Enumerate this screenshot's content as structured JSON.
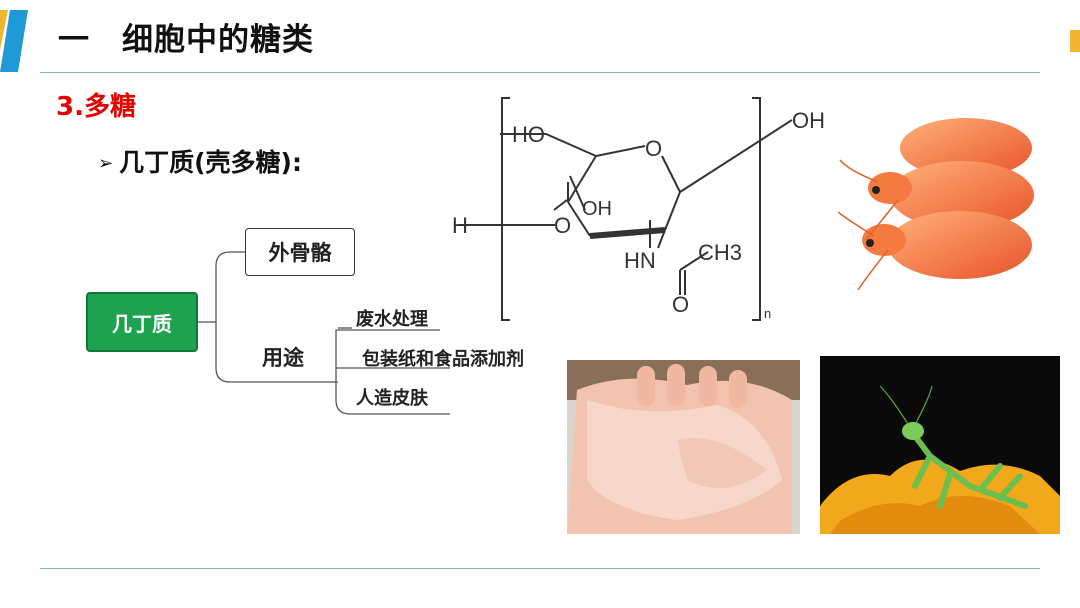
{
  "header": {
    "title": "一　细胞中的糖类",
    "accent_color": "#1f9ad6"
  },
  "section_label": "3.多糖",
  "bullet": {
    "icon": "arrow-bullet-icon",
    "text": "几丁质(壳多糖):"
  },
  "mindmap": {
    "root": "几丁质",
    "branches": [
      {
        "label": "外骨骼"
      },
      {
        "label": "用途",
        "children": [
          "废水处理",
          "包装纸和食品添加剂",
          "人造皮肤"
        ]
      }
    ]
  },
  "structure": {
    "labels": {
      "ho_top": "HO",
      "oh_right": "OH",
      "ring_o": "O",
      "oh_mid": "OH",
      "h_left": "H",
      "o_left": "O",
      "hn": "HN",
      "ch3": "CH3",
      "carbonyl_o": "O",
      "n_sub": "n"
    }
  },
  "images": [
    {
      "name": "shrimp-photo"
    },
    {
      "name": "artificial-skin-photo"
    },
    {
      "name": "mantis-photo"
    }
  ]
}
